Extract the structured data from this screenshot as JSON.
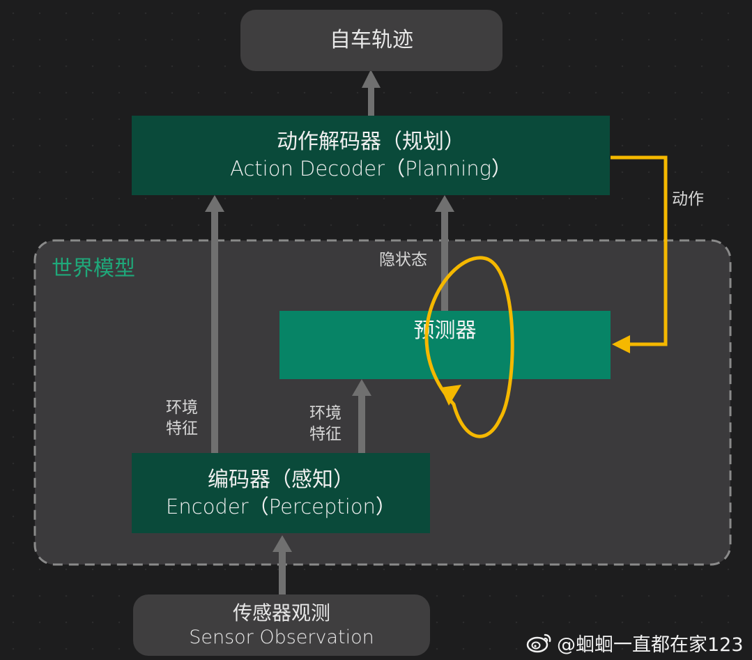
{
  "diagram": {
    "top_output": "自车轨迹",
    "action_decoder": {
      "title_zh": "动作解码器（规划）",
      "title_en": "Action Decoder（Planning）"
    },
    "world_model": {
      "title": "世界模型",
      "predictor": "预测器"
    },
    "encoder": {
      "title_zh": "编码器（感知）",
      "title_en": "Encoder（Perception）"
    },
    "sensor": {
      "title_zh": "传感器观测",
      "title_en": "Sensor Observation"
    },
    "labels": {
      "action": "动作",
      "hidden_state": "隐状态",
      "env_features_left": "环境\n特征",
      "env_features_right": "环境\n特征"
    }
  },
  "watermark": {
    "text": "@蛔蛔一直都在家123",
    "icon": "weibo-icon"
  },
  "colors": {
    "background": "#1d1d1e",
    "gray_box": "#3f3e3f",
    "dark_green": "#0a4a3a",
    "mid_green": "#078466",
    "accent_yellow": "#f5b800",
    "world_title_green": "#1fa87a",
    "arrow_gray": "#707070"
  }
}
